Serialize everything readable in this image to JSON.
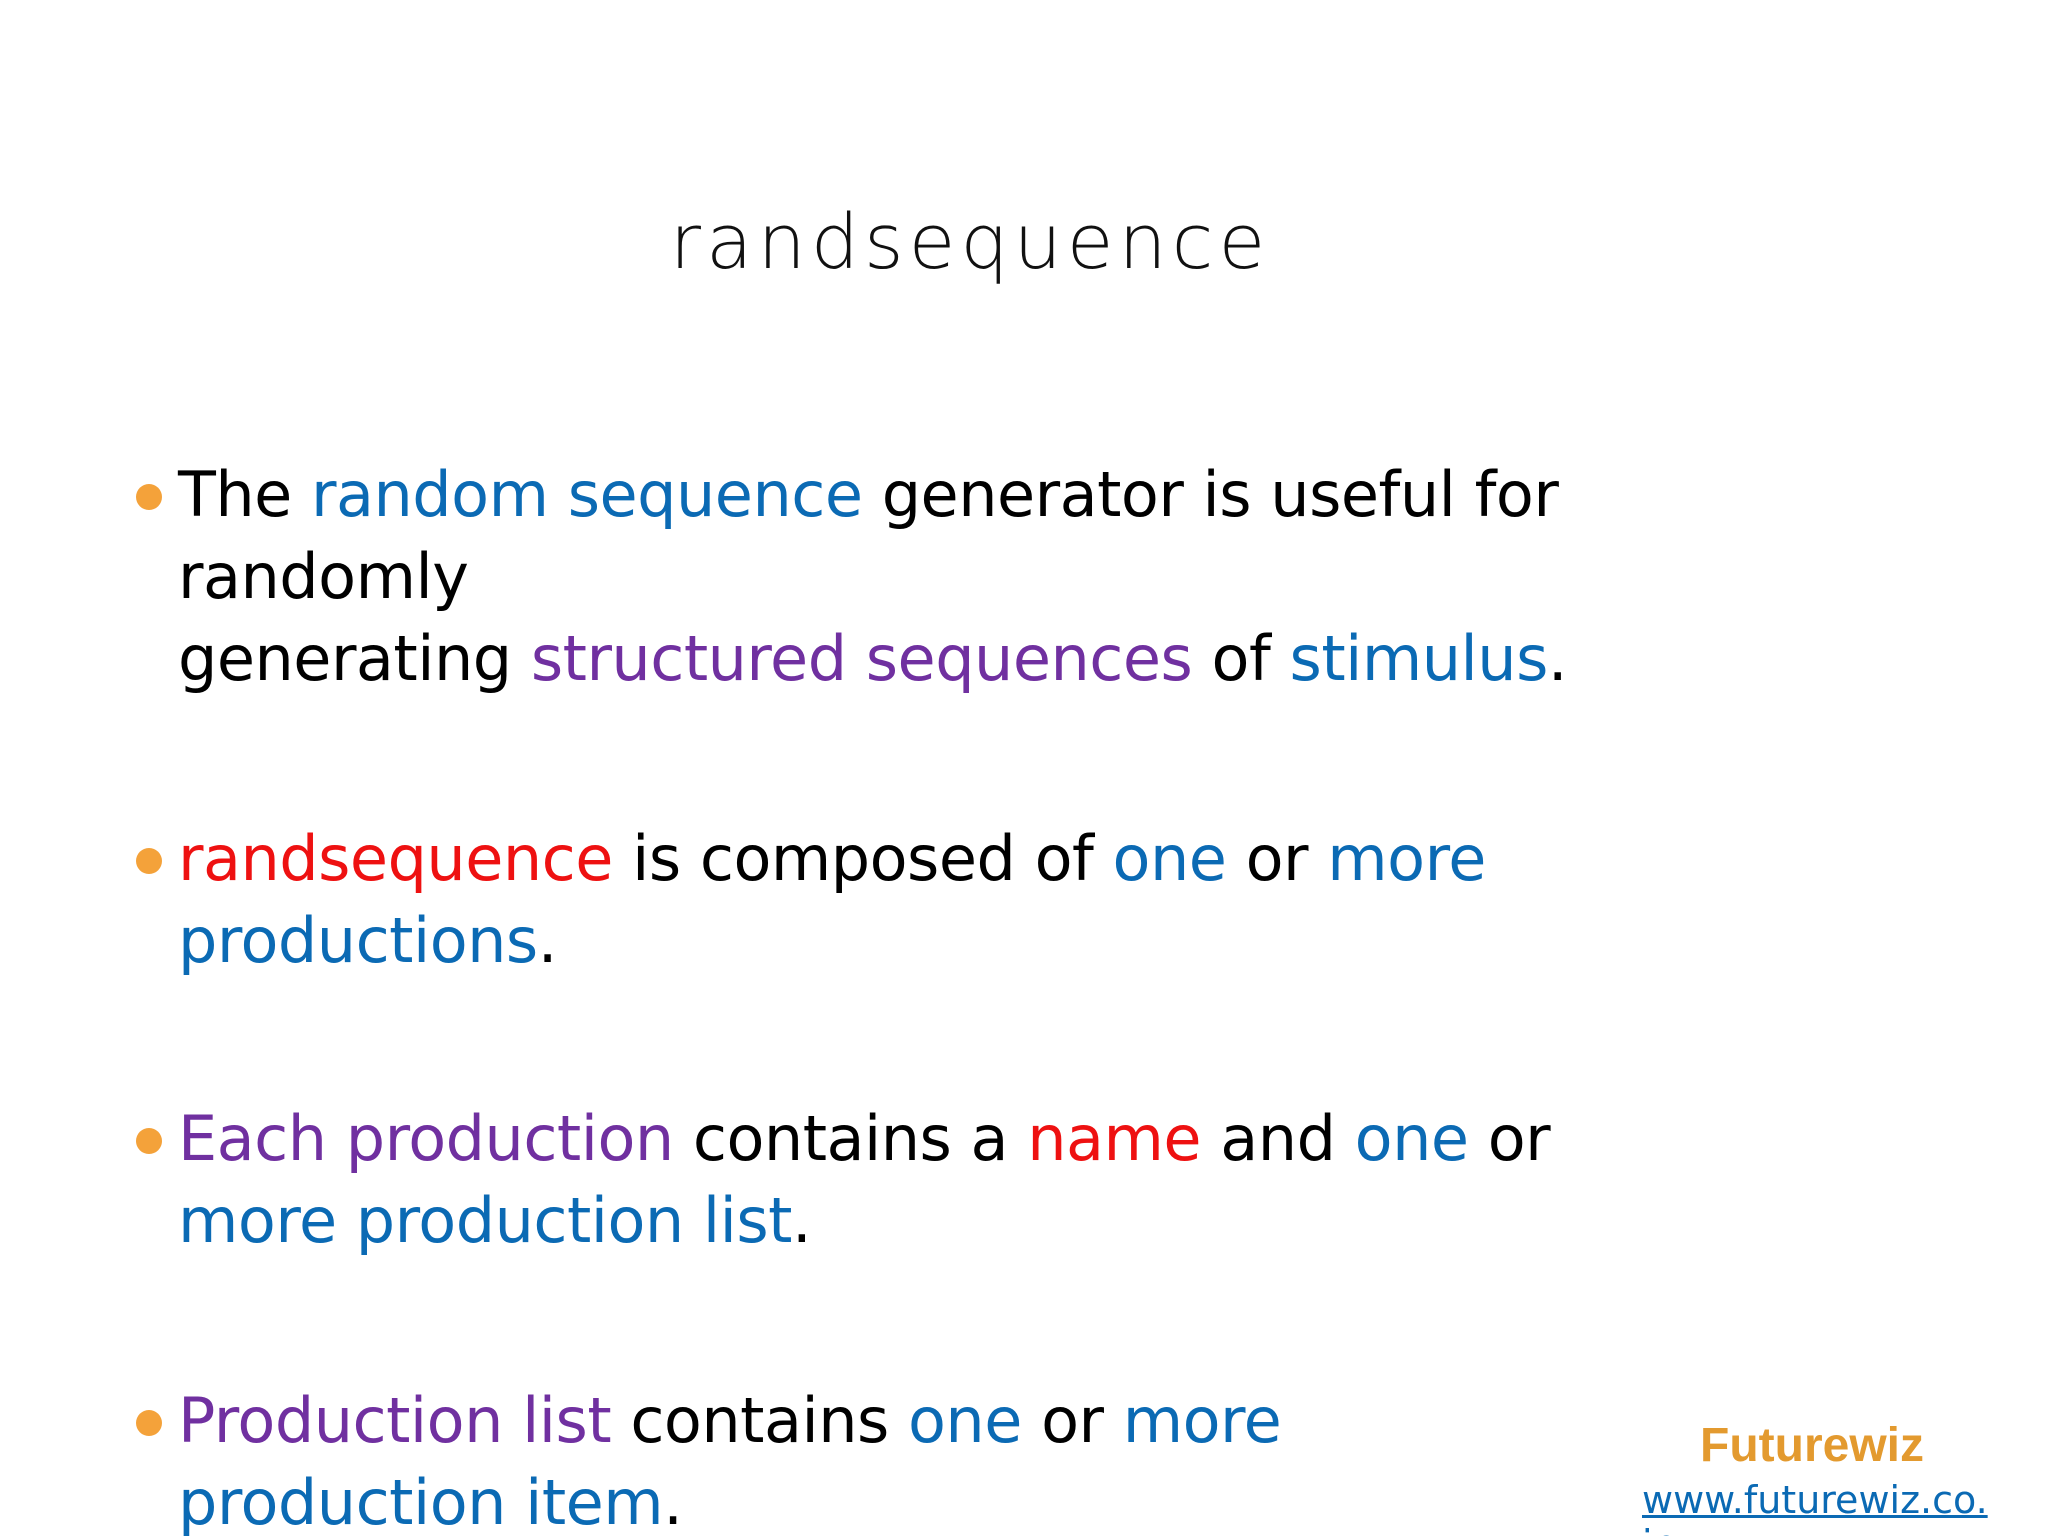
{
  "title": "randsequence",
  "bullets": [
    {
      "lines": [
        [
          {
            "text": "The ",
            "color": "black"
          },
          {
            "text": "random sequence",
            "color": "blue"
          },
          {
            "text": " generator is useful for",
            "color": "black"
          }
        ],
        [
          {
            "text": "randomly",
            "color": "black"
          }
        ],
        [
          {
            "text": "generating ",
            "color": "black"
          },
          {
            "text": "structured sequences",
            "color": "purple"
          },
          {
            "text": " of ",
            "color": "black"
          },
          {
            "text": "stimulus",
            "color": "blue"
          },
          {
            "text": ".",
            "color": "black"
          }
        ]
      ]
    },
    {
      "lines": [
        [
          {
            "text": "randsequence",
            "color": "red"
          },
          {
            "text": " is composed of ",
            "color": "black"
          },
          {
            "text": "one",
            "color": "blue"
          },
          {
            "text": " or ",
            "color": "black"
          },
          {
            "text": "more",
            "color": "blue"
          }
        ],
        [
          {
            "text": "productions",
            "color": "blue"
          },
          {
            "text": ".",
            "color": "black"
          }
        ]
      ]
    },
    {
      "lines": [
        [
          {
            "text": "Each production",
            "color": "purple"
          },
          {
            "text": " contains a ",
            "color": "black"
          },
          {
            "text": "name",
            "color": "red"
          },
          {
            "text": " and ",
            "color": "black"
          },
          {
            "text": "one",
            "color": "blue"
          },
          {
            "text": " or",
            "color": "black"
          }
        ],
        [
          {
            "text": "more production list",
            "color": "blue"
          },
          {
            "text": ".",
            "color": "black"
          }
        ]
      ]
    },
    {
      "lines": [
        [
          {
            "text": "Production list",
            "color": "purple"
          },
          {
            "text": " contains ",
            "color": "black"
          },
          {
            "text": "one",
            "color": "blue"
          },
          {
            "text": " or ",
            "color": "black"
          },
          {
            "text": "more",
            "color": "blue"
          }
        ],
        [
          {
            "text": "production  item",
            "color": "blue"
          },
          {
            "text": ".",
            "color": "black"
          }
        ]
      ]
    }
  ],
  "footer": {
    "brand": "Futurewiz",
    "url": "www.futurewiz.co.in"
  },
  "colors": {
    "bullet_dot": "#f4a23a",
    "blue": "#0b6ab4",
    "purple": "#7030a0",
    "red": "#ee1111",
    "brand": "#e39a2f"
  }
}
